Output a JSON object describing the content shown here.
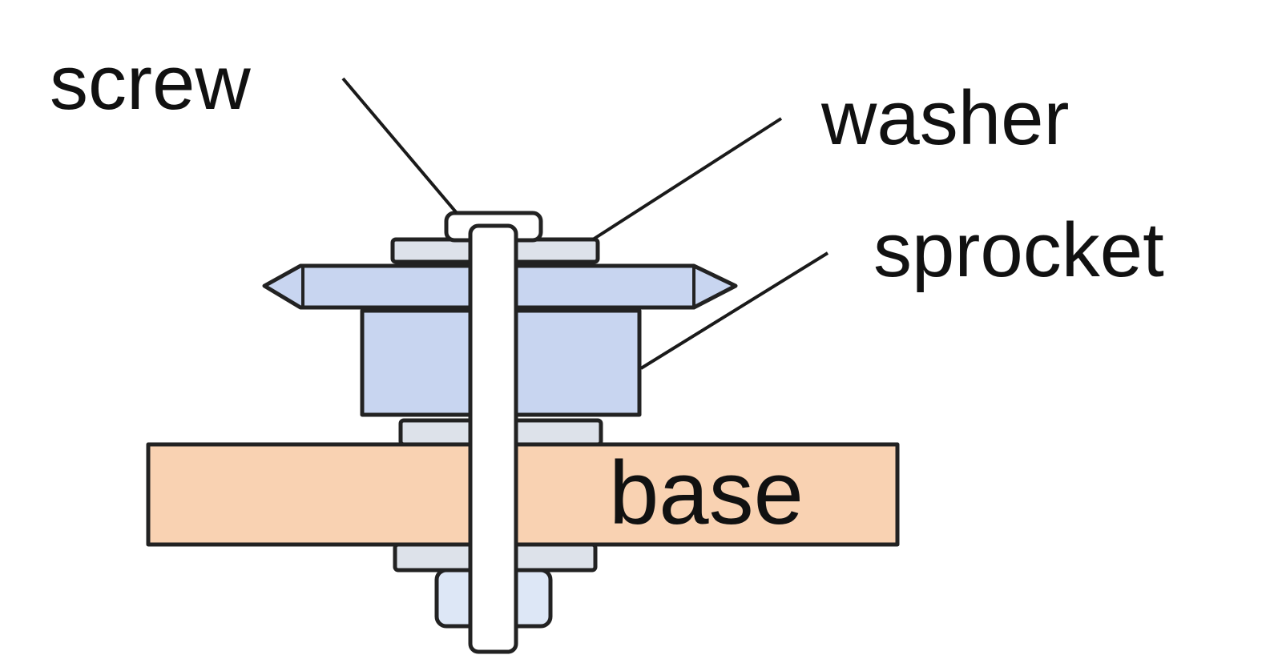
{
  "labels": {
    "screw": "screw",
    "washer": "washer",
    "sprocket": "sprocket",
    "base": "base"
  },
  "colors": {
    "sprocket": "#c8d5f0",
    "washer": "#dde2ea",
    "base": "#f9d2b2",
    "screw": "#ffffff",
    "nut": "#dde7f6",
    "outline": "#222222"
  }
}
